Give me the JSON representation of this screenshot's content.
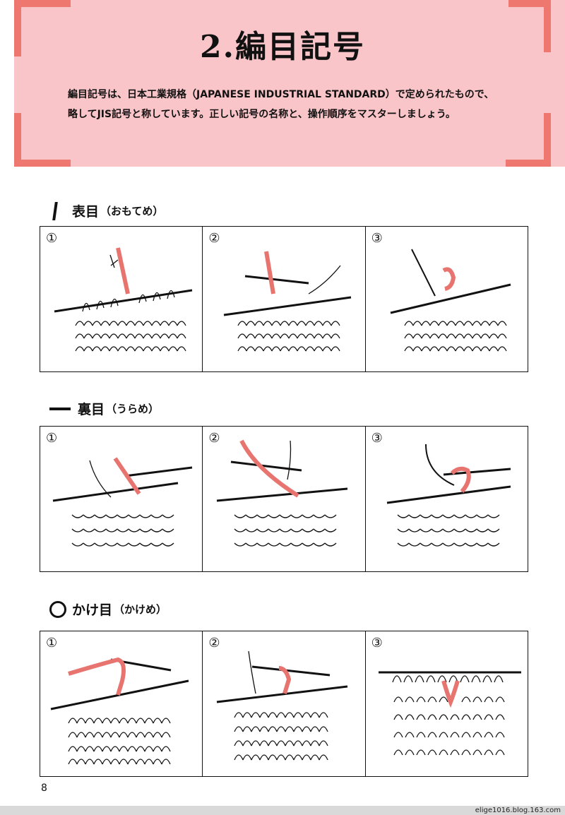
{
  "header": {
    "title": "2.編目記号",
    "intro_lines": [
      "編目記号は、日本工業規格（JAPANESE INDUSTRIAL STANDARD）で定められたもので、",
      "略してJIS記号と称しています。正しい記号の名称と、操作順序をマスターしましょう。"
    ]
  },
  "sections": [
    {
      "name": "表目",
      "reading": "（おもてめ）",
      "symbol": "vertical-line-symbol",
      "steps": [
        "①",
        "②",
        "③"
      ]
    },
    {
      "name": "裏目",
      "reading": "（うらめ）",
      "symbol": "horizontal-line-symbol",
      "steps": [
        "①",
        "②",
        "③"
      ]
    },
    {
      "name": "かけ目",
      "reading": "（かけめ）",
      "symbol": "circle-symbol",
      "steps": [
        "①",
        "②",
        "③"
      ]
    }
  ],
  "colors": {
    "header_bg": "#f9c5c8",
    "accent": "#ee7770",
    "yarn": "#e8746f"
  },
  "footer": {
    "page_number": "8",
    "blog": "elige1016.blog.163.com"
  }
}
